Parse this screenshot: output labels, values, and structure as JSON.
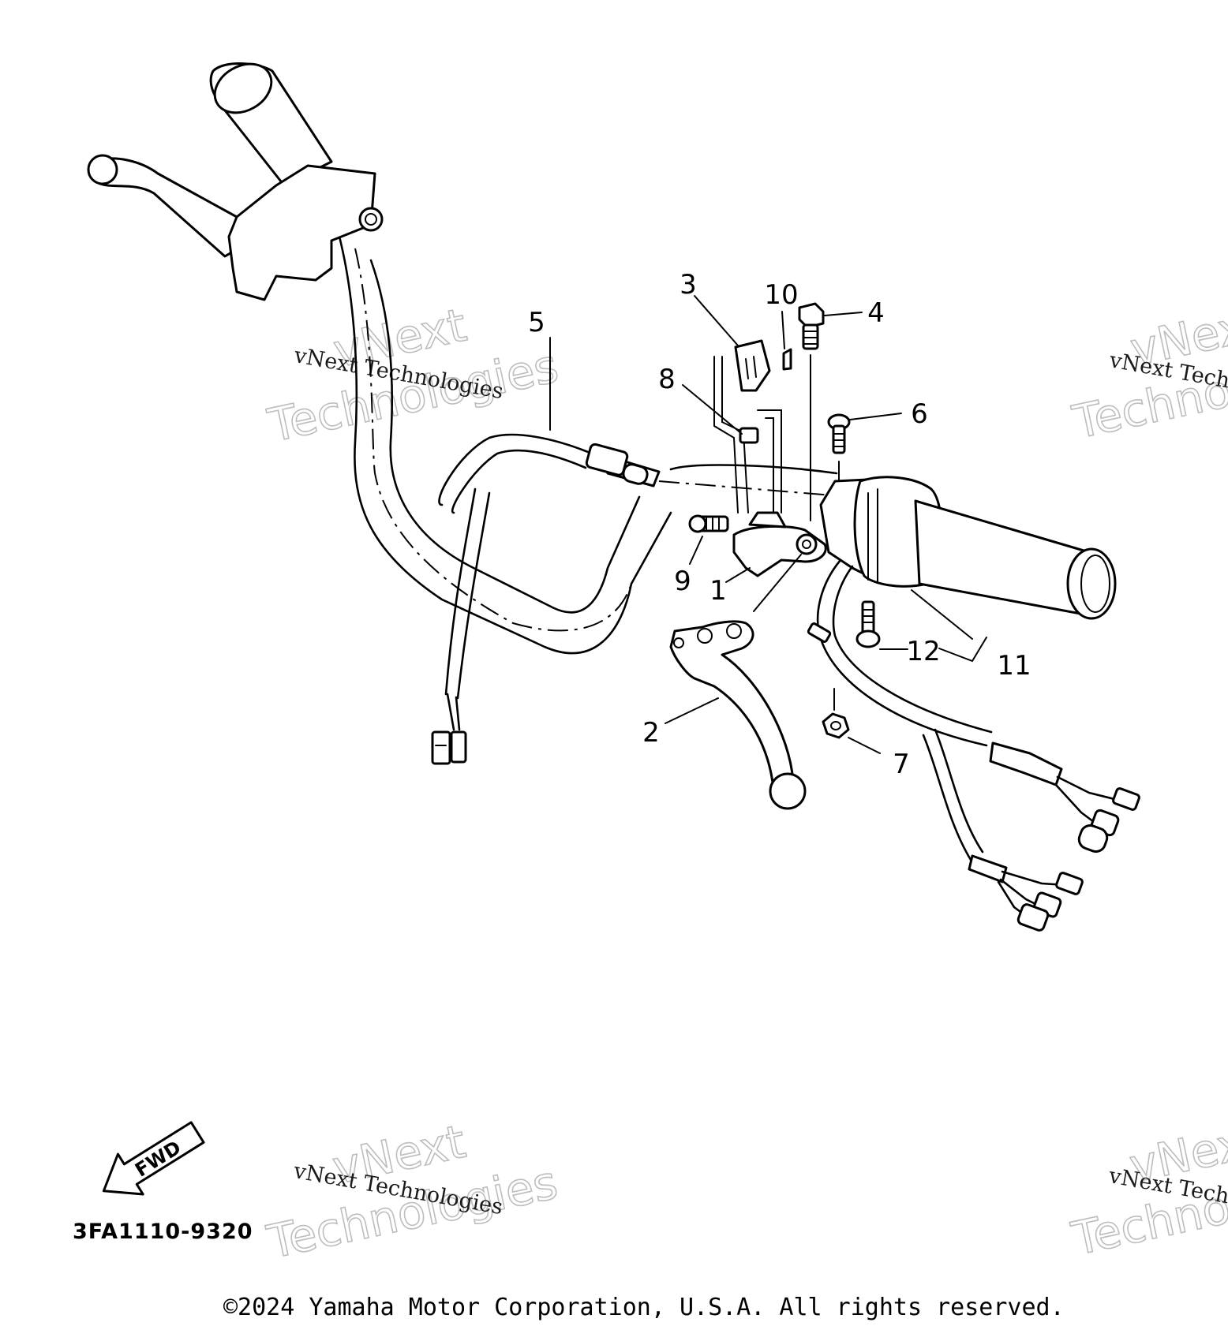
{
  "diagram": {
    "callouts": [
      {
        "id": "c1",
        "text": "1"
      },
      {
        "id": "c2",
        "text": "2"
      },
      {
        "id": "c3",
        "text": "3"
      },
      {
        "id": "c4",
        "text": "4"
      },
      {
        "id": "c5",
        "text": "5"
      },
      {
        "id": "c6",
        "text": "6"
      },
      {
        "id": "c7",
        "text": "7"
      },
      {
        "id": "c8",
        "text": "8"
      },
      {
        "id": "c9",
        "text": "9"
      },
      {
        "id": "c10",
        "text": "10"
      },
      {
        "id": "c11",
        "text": "11"
      },
      {
        "id": "c12",
        "text": "12"
      }
    ],
    "fwd_label": "FWD",
    "reference_code": "3FA1110-9320",
    "copyright": "©2024 Yamaha Motor Corporation, U.S.A. All rights reserved.",
    "watermark": {
      "line1": "vNext",
      "line2": "Technologies",
      "small": "vNext Technologies"
    }
  }
}
